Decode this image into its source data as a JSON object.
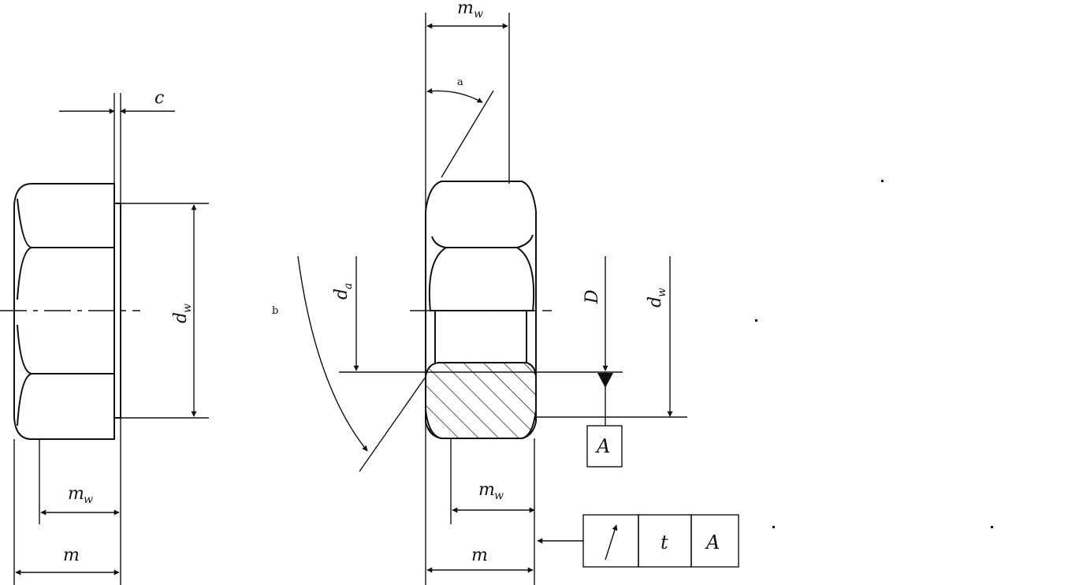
{
  "labels": {
    "c": "c",
    "m": "m",
    "m_w_main": "m",
    "m_w_sub": "w",
    "d_w_main": "d",
    "d_w_sub": "w",
    "d_a_main": "d",
    "d_a_sub": "a",
    "D": "D",
    "a": "a",
    "b": "b"
  },
  "datum": "A",
  "tolerance_frame": {
    "symbol": "circular-runout-arrow",
    "value": "t",
    "datum": "A"
  }
}
